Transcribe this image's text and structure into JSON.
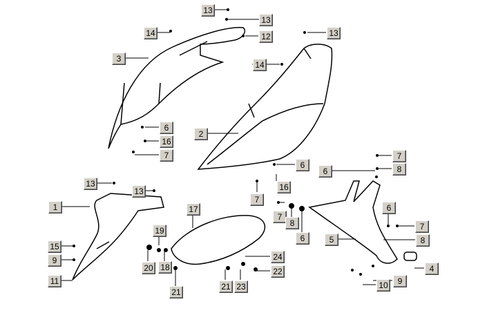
{
  "labels": {
    "l1": "13",
    "l2": "13",
    "l3": "14",
    "l4": "12",
    "l5": "13",
    "l6": "3",
    "l7": "14",
    "l8": "6",
    "l9": "16",
    "l10": "7",
    "l11": "2",
    "l12": "7",
    "l13": "6",
    "l14": "8",
    "l15": "6",
    "l16": "16",
    "l17": "13",
    "l18": "13",
    "l19": "7",
    "l20": "1",
    "l21": "17",
    "l22": "7",
    "l23": "8",
    "l24": "6",
    "l25": "7",
    "l26": "19",
    "l27": "6",
    "l28": "5",
    "l29": "8",
    "l30": "15",
    "l31": "9",
    "l32": "20",
    "l33": "18",
    "l34": "24",
    "l35": "4",
    "l36": "22",
    "l37": "23",
    "l38": "21",
    "l39": "9",
    "l40": "10",
    "l41": "11",
    "l42": "21"
  }
}
